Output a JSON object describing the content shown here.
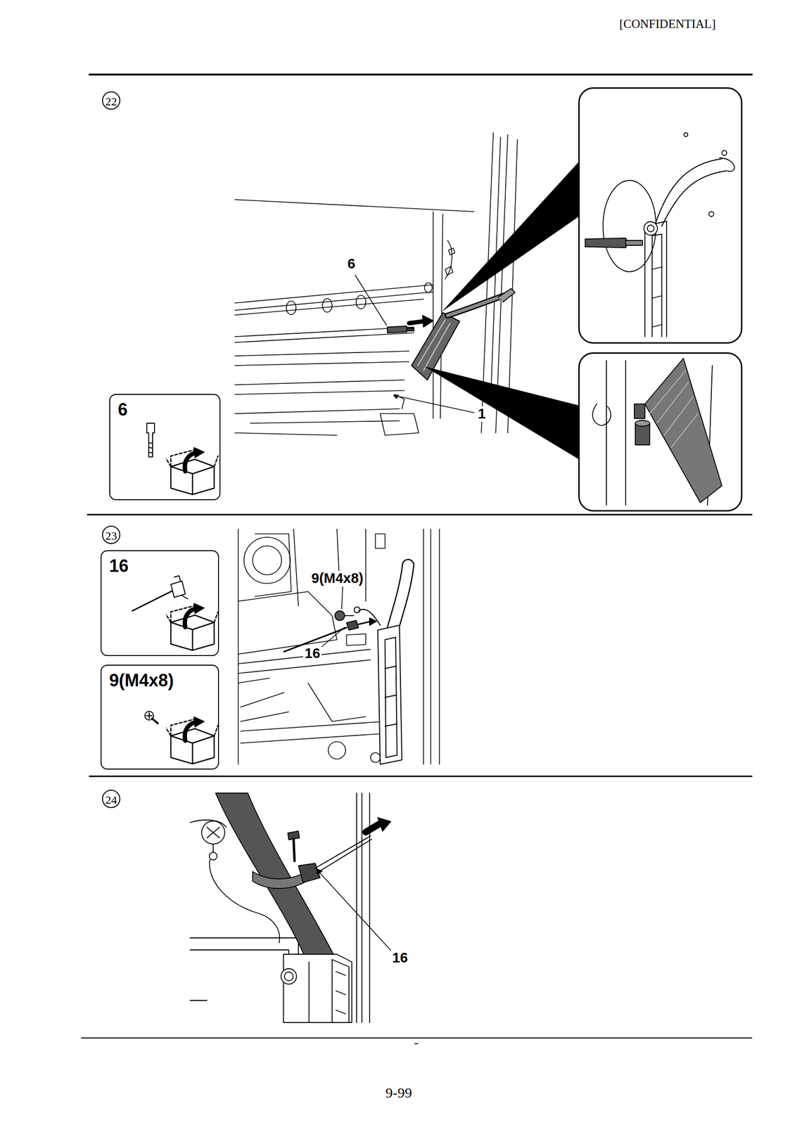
{
  "diagram": {
    "nodes": [
      {
        "text": [
          "6"
        ]
      },
      {
        "text": [
          "16"
        ]
      },
      {
        "text": [
          "9(M4x8)"
        ]
      }
    ],
    "labels": [
      "[CONFIDENTIAL]",
      "22",
      "6",
      "1",
      "23",
      "9(M4x8)",
      "16",
      "24",
      "16",
      "9-99"
    ]
  }
}
